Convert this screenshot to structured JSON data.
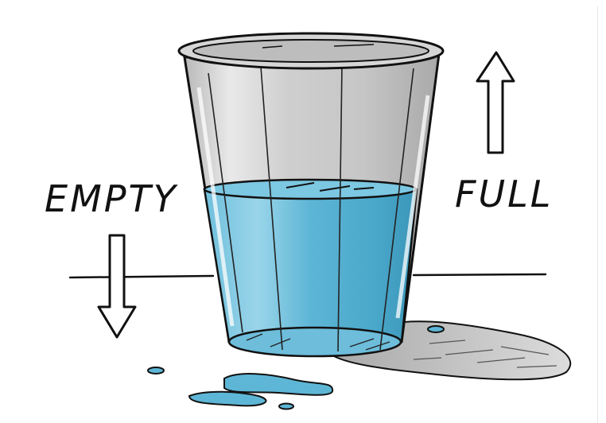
{
  "labels": {
    "empty": "EMPTY",
    "full": "FULL"
  },
  "water_level": 0.55,
  "colors": {
    "ink": "#111111",
    "water_light": "#86cbe2",
    "water_mid": "#5eb6d6",
    "water_dark": "#3f9dbf",
    "glass": "#d2d2d2",
    "glass_light": "#e8e8e8",
    "shadow": "#b8b8b8"
  },
  "icons": {
    "up": "arrow-up-icon",
    "down": "arrow-down-icon"
  }
}
